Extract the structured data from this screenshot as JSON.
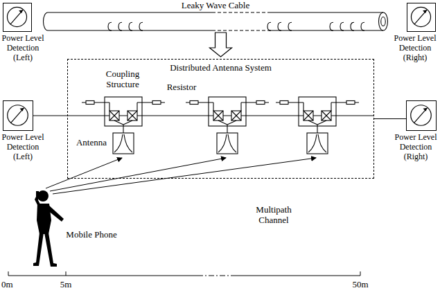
{
  "diagram": {
    "nodes": [
      {
        "text": [
          "Power Level Detection (Left)"
        ]
      },
      {
        "text": [
          "Leaky Wave Cable"
        ]
      },
      {
        "text": [
          "Power Level Detection (Right)"
        ]
      },
      {
        "text": [
          "Distributed Antenna System"
        ]
      },
      {
        "text": [
          "Power Level Detection (Left)"
        ]
      },
      {
        "text": [
          "Power Level Detection (Right)"
        ]
      }
    ],
    "edges": [
      {
        "from": 1,
        "to": 3,
        "arrow": "to"
      },
      {
        "from": 4,
        "to": 3,
        "arrow": "none"
      },
      {
        "from": 3,
        "to": 5,
        "arrow": "none"
      }
    ],
    "labels": [
      "Coupling Structure",
      "Resistor",
      "Antenna",
      "Multipath Channel",
      "Mobile Phone",
      "0m",
      "5m",
      "50m"
    ]
  }
}
